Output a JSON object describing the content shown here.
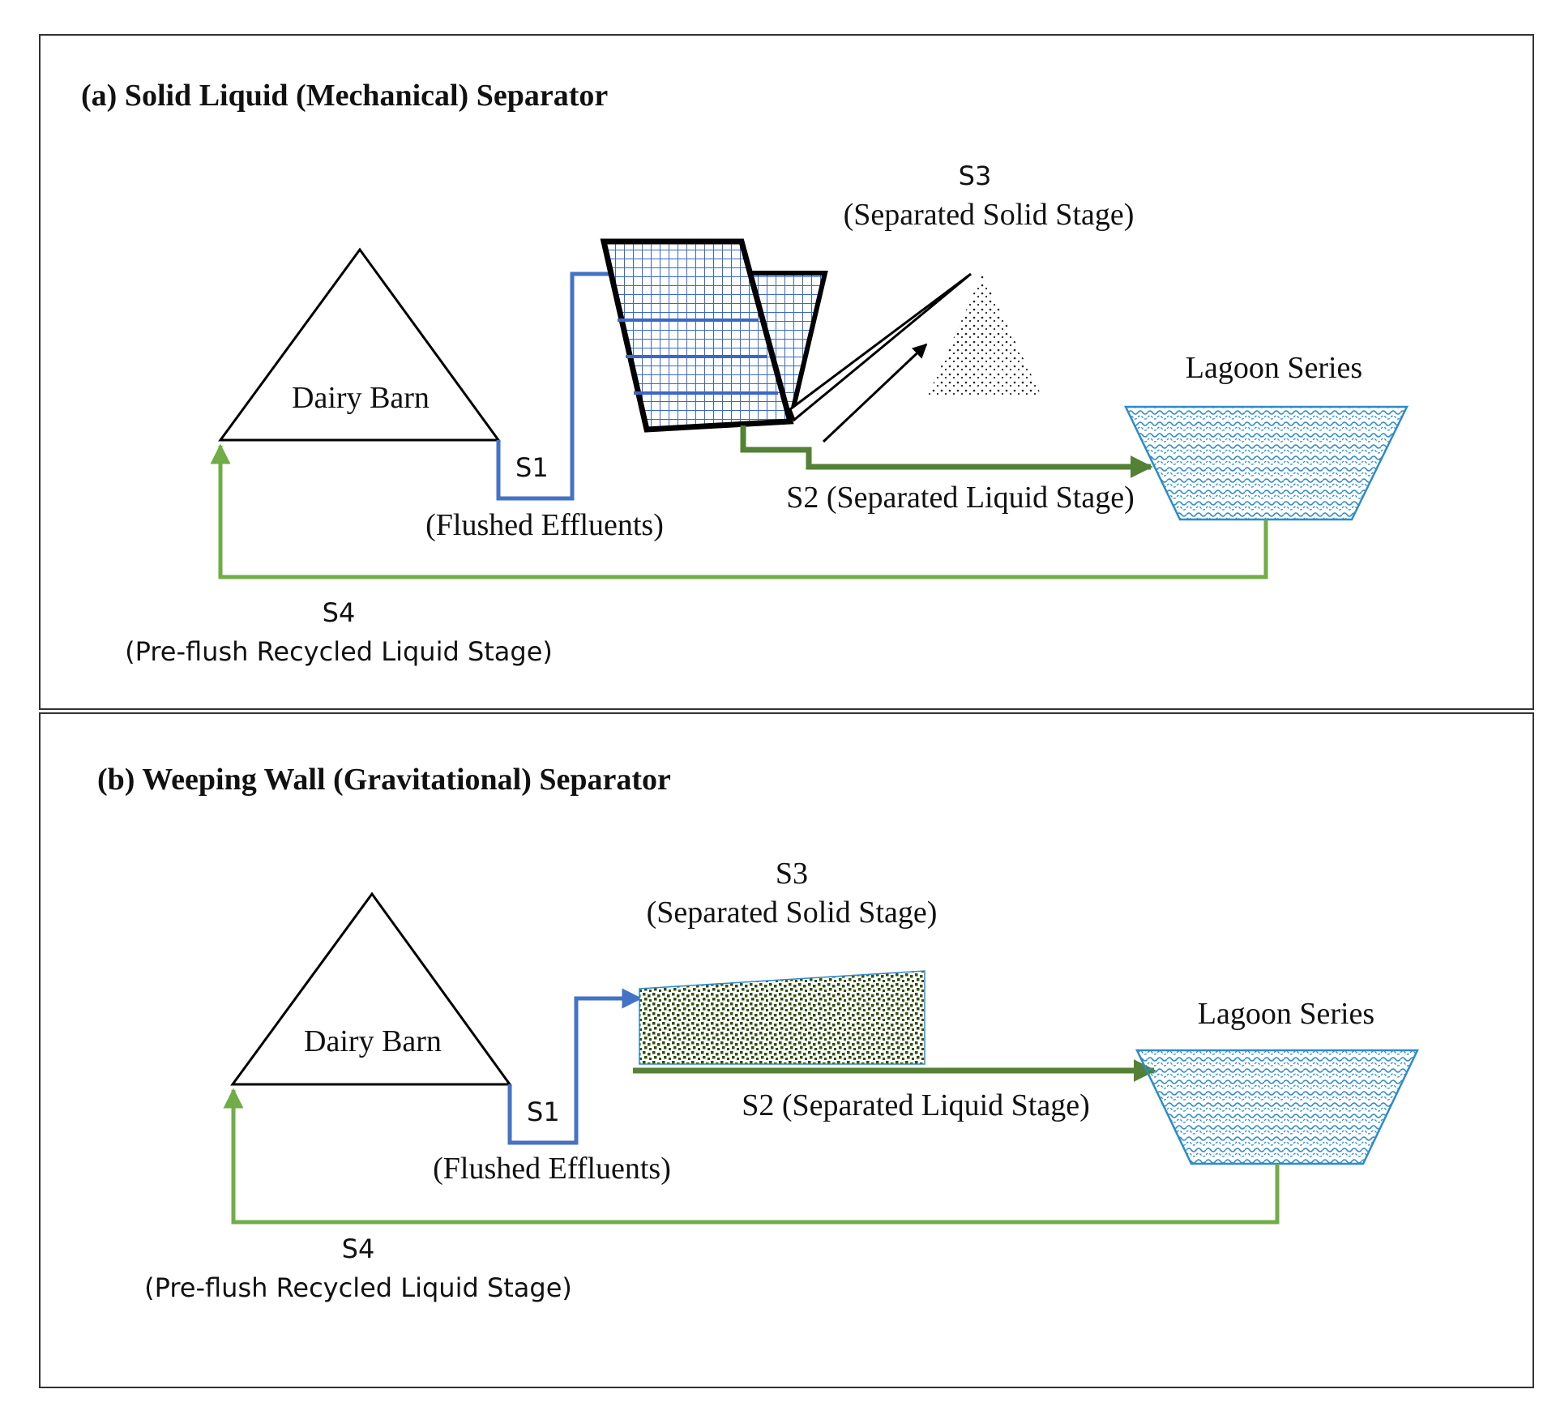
{
  "colors": {
    "blue_flow": "#4472c4",
    "green_flow": "#70ad47",
    "green_dark": "#538135",
    "lagoon_stroke": "#2e8bc9",
    "solid_pattern": "#2f4f0f",
    "frame": "#333333"
  },
  "panel_a": {
    "title": "(a) Solid Liquid (Mechanical) Separator",
    "barn_label": "Dairy Barn",
    "s1_label": "S1",
    "s1_desc": "(Flushed Effluents)",
    "s3_label": "S3",
    "s3_desc": "(Separated Solid Stage)",
    "lagoon_label": "Lagoon Series",
    "s2_label": "S2 (Separated Liquid Stage)",
    "s4_label": "S4",
    "s4_desc": "(Pre-flush Recycled Liquid Stage)"
  },
  "panel_b": {
    "title": "(b) Weeping Wall (Gravitational) Separator",
    "barn_label": "Dairy Barn",
    "s1_label": "S1",
    "s1_desc": "(Flushed Effluents)",
    "s3_label": "S3",
    "s3_desc": "(Separated Solid Stage)",
    "lagoon_label": "Lagoon Series",
    "s2_label": "S2 (Separated Liquid Stage)",
    "s4_label": "S4",
    "s4_desc": "(Pre-flush Recycled Liquid Stage)"
  }
}
